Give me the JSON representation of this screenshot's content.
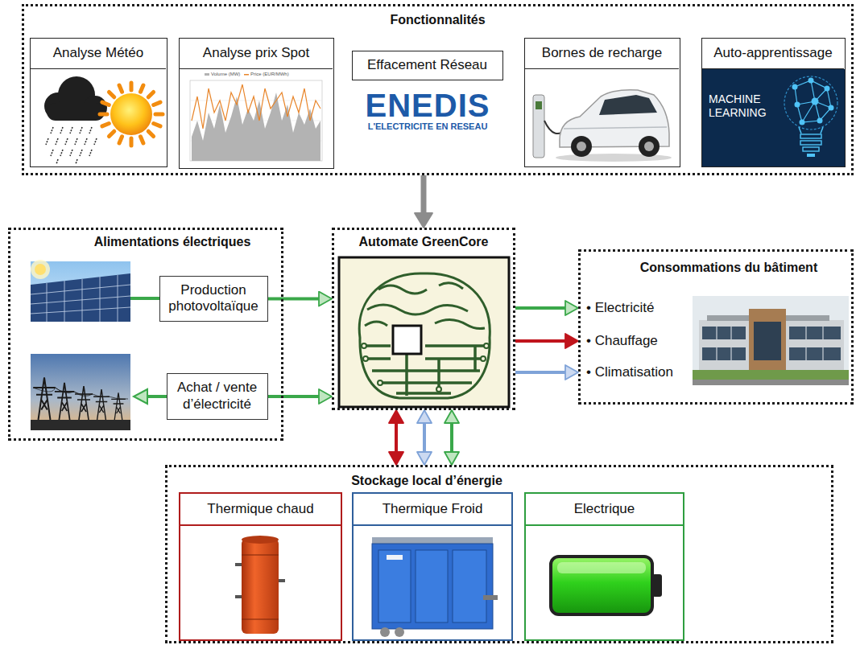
{
  "diagram": {
    "nodes": [
      {
        "text": [
          "Fonctionnalités"
        ]
      },
      {
        "text": [
          "Analyse Météo"
        ],
        "in": 0
      },
      {
        "text": [
          "Analyse prix Spot"
        ],
        "in": 0
      },
      {
        "text": [
          "Effacement Réseau"
        ],
        "in": 0
      },
      {
        "text": [
          "Bornes de recharge"
        ],
        "in": 0
      },
      {
        "text": [
          "Auto-apprentissage"
        ],
        "in": 0
      },
      {
        "text": [
          "Alimentations électriques"
        ]
      },
      {
        "text": [
          "Production photovoltaïque"
        ],
        "in": 6
      },
      {
        "text": [
          "Achat / vente d’électricité"
        ],
        "in": 6
      },
      {
        "text": [
          "Automate GreenCore"
        ]
      },
      {
        "text": [
          "Consommations du bâtiment",
          "• Electricité",
          "• Chauffage",
          "• Climatisation"
        ]
      },
      {
        "text": [
          "Stockage local d’énergie"
        ]
      },
      {
        "text": [
          "Thermique chaud"
        ],
        "in": 11
      },
      {
        "text": [
          "Thermique Froid"
        ],
        "in": 11
      },
      {
        "text": [
          "Electrique"
        ],
        "in": 11
      }
    ],
    "edges": [
      {
        "from": 0,
        "to": 9,
        "arrow": "to"
      },
      {
        "from": 7,
        "to": 9,
        "arrow": "to"
      },
      {
        "from": 8,
        "to": 9,
        "arrow": "to"
      },
      {
        "from": 9,
        "to": 10,
        "arrow": "to"
      },
      {
        "from": 9,
        "to": 10,
        "arrow": "to"
      },
      {
        "from": 9,
        "to": 10,
        "arrow": "to"
      },
      {
        "from": 9,
        "to": 11,
        "arrow": "both"
      },
      {
        "from": 9,
        "to": 11,
        "arrow": "both"
      },
      {
        "from": 9,
        "to": 11,
        "arrow": "both"
      }
    ],
    "labels": [
      "Volume (MW)",
      "Price (EUR/MWh)",
      "ENEDIS",
      "L'ELECTRICITE EN RESEAU",
      "MACHINE LEARNING"
    ]
  }
}
